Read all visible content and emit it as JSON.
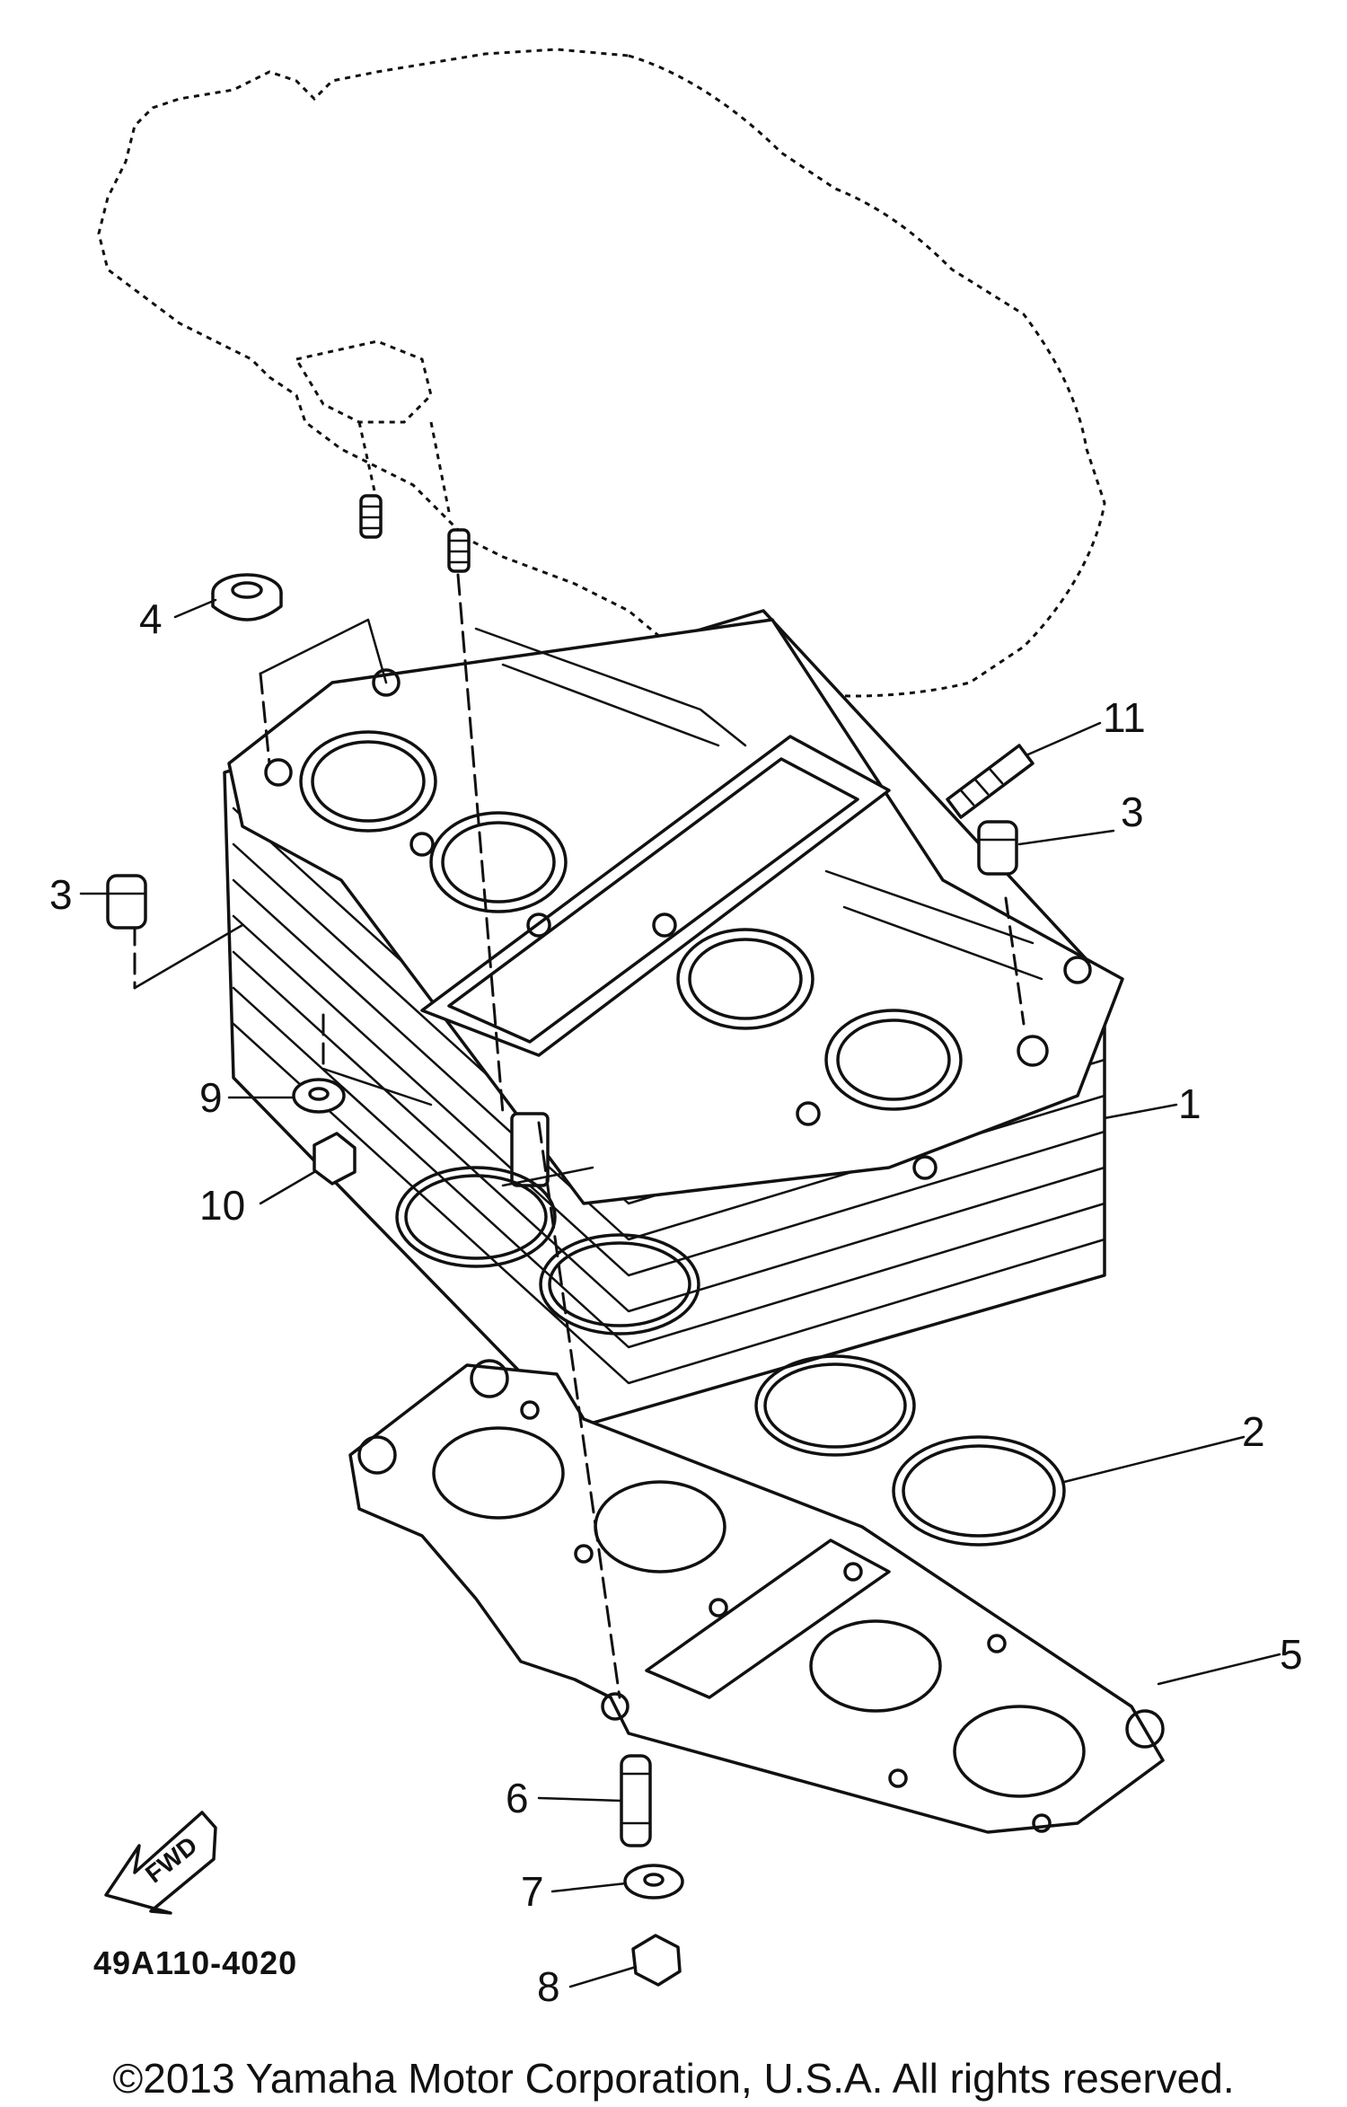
{
  "diagram": {
    "drawing_code": "49A110-4020",
    "copyright": "©2013 Yamaha Motor Corporation, U.S.A. All rights reserved.",
    "fwd_label": "FWD",
    "callouts": [
      {
        "id": "1",
        "label": "1"
      },
      {
        "id": "2",
        "label": "2"
      },
      {
        "id": "3a",
        "label": "3"
      },
      {
        "id": "3b",
        "label": "3"
      },
      {
        "id": "4",
        "label": "4"
      },
      {
        "id": "5",
        "label": "5"
      },
      {
        "id": "6",
        "label": "6"
      },
      {
        "id": "7",
        "label": "7"
      },
      {
        "id": "8",
        "label": "8"
      },
      {
        "id": "9",
        "label": "9"
      },
      {
        "id": "10",
        "label": "10"
      },
      {
        "id": "11",
        "label": "11"
      }
    ]
  }
}
